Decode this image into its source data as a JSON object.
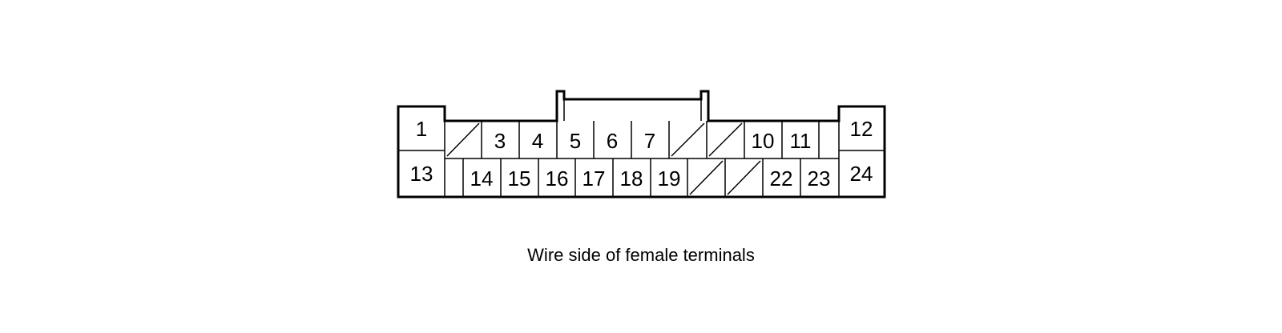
{
  "caption": "Wire side of female terminals",
  "connector": {
    "pins": [
      {
        "id": "pin-1",
        "label": "1",
        "row": "top",
        "blank": false
      },
      {
        "id": "pin-2",
        "label": "",
        "row": "top",
        "blank": true
      },
      {
        "id": "pin-3",
        "label": "3",
        "row": "top",
        "blank": false
      },
      {
        "id": "pin-4",
        "label": "4",
        "row": "top",
        "blank": false
      },
      {
        "id": "pin-5",
        "label": "5",
        "row": "top",
        "blank": false
      },
      {
        "id": "pin-6",
        "label": "6",
        "row": "top",
        "blank": false
      },
      {
        "id": "pin-7",
        "label": "7",
        "row": "top",
        "blank": false
      },
      {
        "id": "pin-8",
        "label": "",
        "row": "top",
        "blank": true
      },
      {
        "id": "pin-9",
        "label": "",
        "row": "top",
        "blank": true
      },
      {
        "id": "pin-10",
        "label": "10",
        "row": "top",
        "blank": false
      },
      {
        "id": "pin-11",
        "label": "11",
        "row": "top",
        "blank": false
      },
      {
        "id": "pin-12",
        "label": "12",
        "row": "top",
        "blank": false
      },
      {
        "id": "pin-13",
        "label": "13",
        "row": "bottom",
        "blank": false
      },
      {
        "id": "pin-14",
        "label": "14",
        "row": "bottom",
        "blank": false
      },
      {
        "id": "pin-15",
        "label": "15",
        "row": "bottom",
        "blank": false
      },
      {
        "id": "pin-16",
        "label": "16",
        "row": "bottom",
        "blank": false
      },
      {
        "id": "pin-17",
        "label": "17",
        "row": "bottom",
        "blank": false
      },
      {
        "id": "pin-18",
        "label": "18",
        "row": "bottom",
        "blank": false
      },
      {
        "id": "pin-19",
        "label": "19",
        "row": "bottom",
        "blank": false
      },
      {
        "id": "pin-20",
        "label": "",
        "row": "bottom",
        "blank": true
      },
      {
        "id": "pin-21",
        "label": "",
        "row": "bottom",
        "blank": true
      },
      {
        "id": "pin-22",
        "label": "22",
        "row": "bottom",
        "blank": false
      },
      {
        "id": "pin-23",
        "label": "23",
        "row": "bottom",
        "blank": false
      },
      {
        "id": "pin-24",
        "label": "24",
        "row": "bottom",
        "blank": false
      }
    ]
  }
}
